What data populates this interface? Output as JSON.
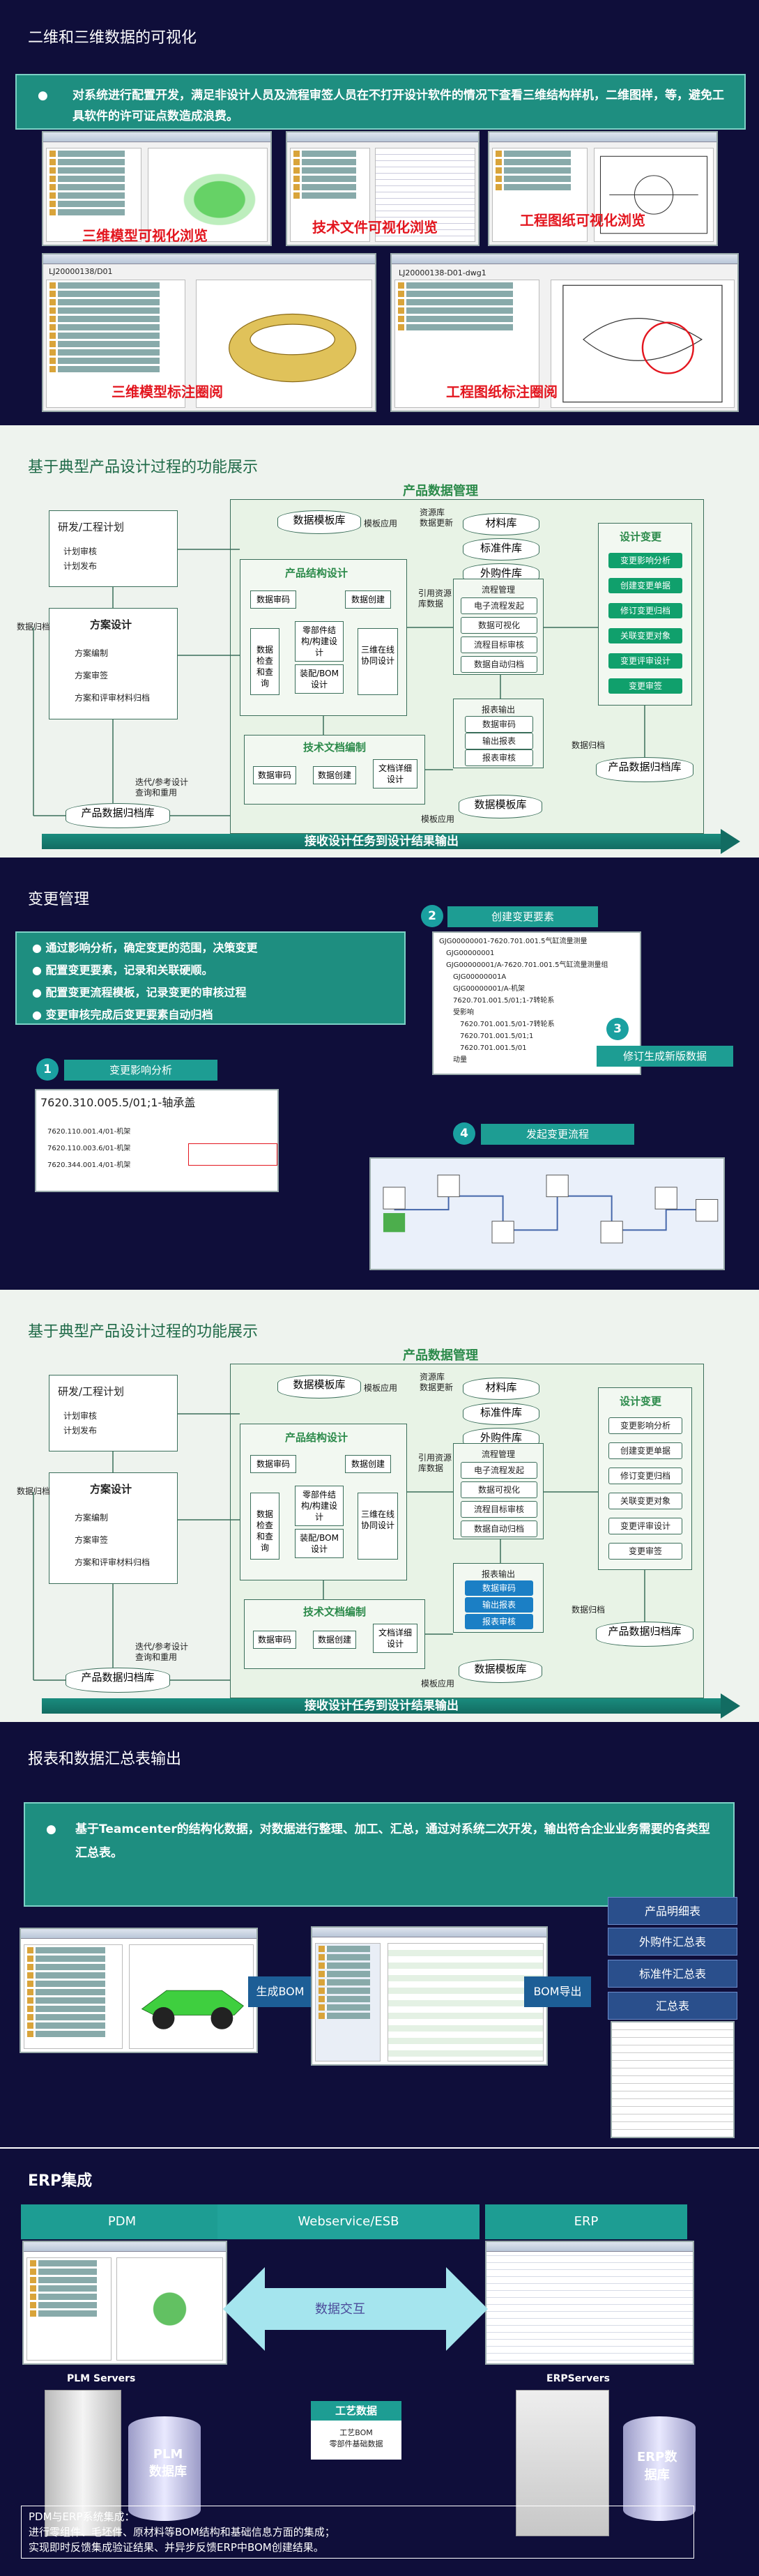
{
  "s1": {
    "title": "二维和三维数据的可视化",
    "desc": "对系统进行配置开发，满足非设计人员及流程审签人员在不打开设计软件的情况下查看三维结构样机，二维图样，等，避免工具软件的许可证点数造成浪费。",
    "labels": [
      "三维模型可视化浏览",
      "技术文件可视化浏览",
      "工程图纸可视化浏览",
      "三维模型标注圈阅",
      "工程图纸标注圈阅"
    ],
    "doc1": "LJ20000138/D01",
    "doc2": "LJ20000138-D01-dwg1"
  },
  "s2": {
    "title": "基于典型产品设计过程的功能展示",
    "pdm": "产品数据管理",
    "research": "研发/工程计划",
    "research_items": [
      "计划审核",
      "计划发布"
    ],
    "scheme": "方案设计",
    "scheme_items": [
      "方案编制",
      "方案审签",
      "方案和评审材料归档"
    ],
    "archive_left": "数据归档",
    "design_ref": "迭代/参考设计\n查询和重用",
    "archive_db": "产品数据归档库",
    "data_template": "数据模板库",
    "template_apply": "模板应用",
    "res_data": "资源库\n数据更新",
    "material": "材料库",
    "std": "标准件库",
    "out": "外购件库",
    "ref_res": "引用资源库数据",
    "struct": "产品结构设计",
    "struct_items": [
      "数据审码",
      "数据创建",
      "数据检查和查询",
      "零部件结构/构建设计",
      "三维在线协同设计",
      "装配/BOM设计"
    ],
    "flow": "流程管理",
    "flow_items": [
      "电子流程发起",
      "数据可视化",
      "流程目标审核",
      "数据自动归档"
    ],
    "report": "报表输出",
    "report_items": [
      "数据审码",
      "输出报表",
      "报表审核"
    ],
    "doc": "技术文档编制",
    "doc_items": [
      "数据审码",
      "数据创建",
      "文档详细设计"
    ],
    "change": "设计变更",
    "change_items": [
      "变更影响分析",
      "创建变更单据",
      "修订变更归档",
      "关联变更对象",
      "变更评审设计",
      "变更审签"
    ],
    "archive_r": "数据归档",
    "template_apply2": "模板应用",
    "bar": "接收设计任务到设计结果输出"
  },
  "s3": {
    "title": "变更管理",
    "bullets": [
      "通过影响分析，确定变更的范围，决策变更",
      "配置变更要素，记录和关联硬顺。",
      "配置变更流程模板，记录变更的审核过程",
      "变更审核完成后变更要素自动归档"
    ],
    "tag1": "变更影响分析",
    "tag2": "创建变更要素",
    "tag3": "修订生成新版数据",
    "tag4": "发起变更流程",
    "ia_title": "7620.310.005.5/01;1-轴承盖",
    "ia_items": [
      "7620.110.001.4/01-机架",
      "7620.110.003.6/01-机架",
      "7620.310.005.5/01;1-轴承盖",
      "7620.344.001.4/01-机架"
    ],
    "tree_items": [
      "GJG00000001-7620.701.001.5气缸流量测量",
      "GJG00000001",
      "GJG00000001/A-7620.701.001.5气缸流量测量组",
      "GJG00000001A",
      "GJG00000001/A-机架",
      "7620.701.001.5/01;1-7转轮系",
      "受影响",
      "7620.701.001.5/01-7转轮系",
      "7620.701.001.5/01;1",
      "7620.701.001.5/01",
      "动量"
    ]
  },
  "s4": {
    "title": "基于典型产品设计过程的功能展示",
    "bar": "接收设计任务到设计结果输出"
  },
  "s5": {
    "title": "报表和数据汇总表输出",
    "desc": "基于Teamcenter的结构化数据，对数据进行整理、加工、汇总，通过对系统二次开发，输出符合企业业务需要的各类型汇总表。",
    "arrow1": "生成BOM",
    "arrow2": "BOM导出",
    "tables": [
      "产品明细表",
      "外购件汇总表",
      "标准件汇总表",
      "汇总表"
    ]
  },
  "s6": {
    "title": "ERP集成",
    "pdm": "PDM",
    "esb": "Webservice/ESB",
    "erp": "ERP",
    "exchange": "数据交互",
    "plm_servers": "PLM Servers",
    "erp_servers": "ERPServers",
    "plm_db": "PLM\n数据库",
    "erp_db": "ERP数\n据库",
    "gy": "工艺数据",
    "gy_items": "工艺BOM\n零部件基础数据",
    "note": "PDM与ERP系统集成：\n进行零组件、毛坯件、原材料等BOM结构和基础信息方面的集成；\n实现即时反馈集成验证结果、并异步反馈ERP中BOM创建结果。"
  },
  "colors": {
    "navy": "#0f0e3a",
    "teal": "#1e8e80",
    "green": "#2b8a4a",
    "red": "#e3161f"
  }
}
